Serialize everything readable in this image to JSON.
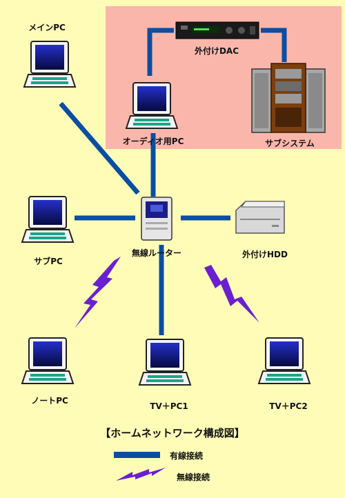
{
  "colors": {
    "background": "#fffcb8",
    "audio_zone": "#fbb6ac",
    "wired": "#0a4ea2",
    "wireless": "#6a1fd0"
  },
  "labels": {
    "main_pc": "メインPC",
    "audio_pc": "オーディオ用PC",
    "external_dac": "外付けDAC",
    "sub_system": "サブシステム",
    "sub_pc": "サブPC",
    "router": "無線ルーター",
    "external_hdd": "外付けHDD",
    "notebook_pc": "ノートPC",
    "tv_pc1": "TV＋PC1",
    "tv_pc2": "TV＋PC2"
  },
  "title": "【ホームネットワーク構成図】",
  "legend": {
    "wired": "有線接続",
    "wireless": "無線接続"
  }
}
